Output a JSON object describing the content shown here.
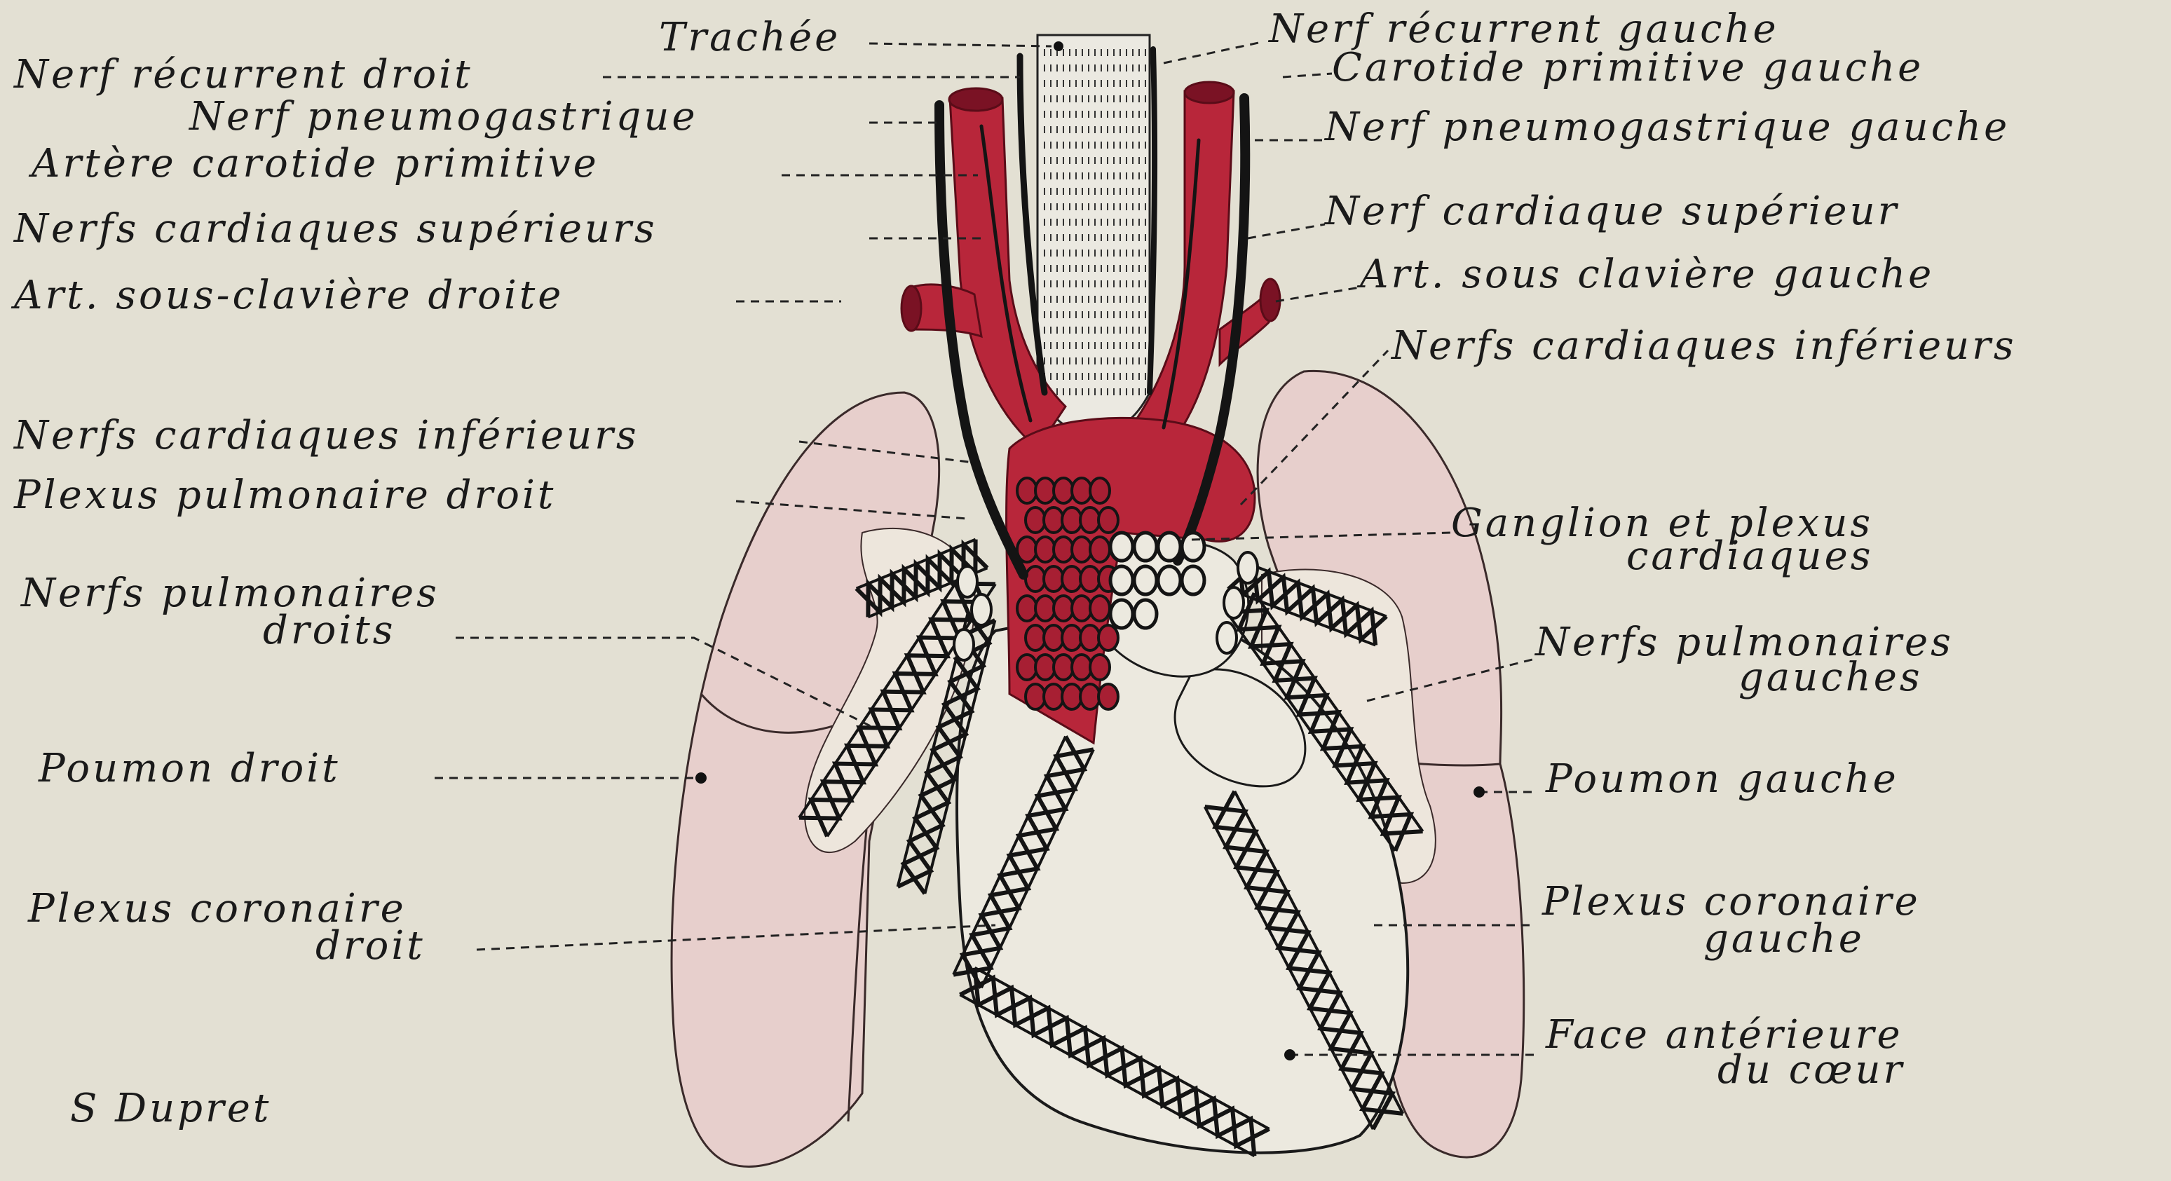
{
  "colors": {
    "paper": "#e3e0d3",
    "lung": "#e7cfcc",
    "lung_outline": "#3a2a2a",
    "artery": "#b8263a",
    "artery_dark": "#7a1224",
    "nerve": "#141414",
    "heart": "#ece9df",
    "trachea": "#ebe9e1"
  },
  "labels_left": {
    "nerf_recurrent_droit": "Nerf récurrent droit",
    "nerf_pneumogastrique": "Nerf pneumogastrique",
    "artere_carotide_primitive": "Artère carotide primitive",
    "nerfs_cardiaques_superieurs": "Nerfs cardiaques supérieurs",
    "art_sous_claviere_droite": "Art. sous-clavière droite",
    "nerfs_cardiaques_inferieurs": "Nerfs cardiaques inférieurs",
    "plexus_pulmonaire_droit": "Plexus pulmonaire droit",
    "nerfs_pulmonaires_droits_line1": "Nerfs pulmonaires",
    "nerfs_pulmonaires_droits_line2": "droits",
    "poumon_droit": "Poumon droit",
    "plexus_coronaire_droit_line1": "Plexus coronaire",
    "plexus_coronaire_droit_line2": "droit"
  },
  "labels_right": {
    "nerf_recurrent_gauche": "Nerf récurrent gauche",
    "carotide_primitive_gauche": "Carotide primitive gauche",
    "nerf_pneumogastrique_gauche": "Nerf pneumogastrique gauche",
    "nerf_cardiaque_superieur": "Nerf cardiaque supérieur",
    "art_sous_claviere_gauche": "Art. sous clavière gauche",
    "nerfs_cardiaques_inferieurs": "Nerfs cardiaques inférieurs",
    "ganglion_line1": "Ganglion et plexus",
    "ganglion_line2": "cardiaques",
    "nerfs_pulmonaires_gauches_line1": "Nerfs pulmonaires",
    "nerfs_pulmonaires_gauches_line2": "gauches",
    "poumon_gauche": "Poumon gauche",
    "plexus_coronaire_gauche_line1": "Plexus coronaire",
    "plexus_coronaire_gauche_line2": "gauche",
    "face_anterieure_line1": "Face antérieure",
    "face_anterieure_line2": "du cœur"
  },
  "label_top": {
    "trachee": "Trachée"
  },
  "signature": "S Dupret"
}
